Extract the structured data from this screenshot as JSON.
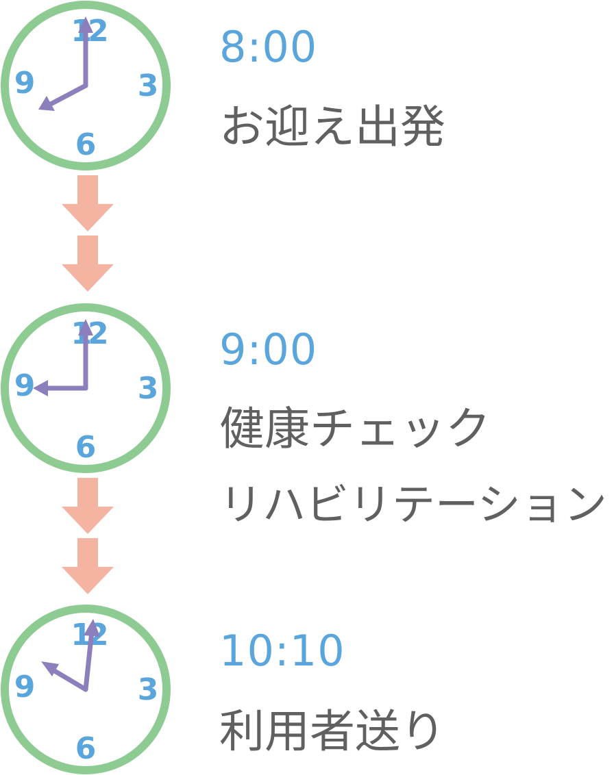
{
  "colors": {
    "clock_ring": "#8ecb92",
    "clock_numbers": "#5aa6dc",
    "clock_hands": "#8c7fbc",
    "arrow": "#f5b4a2",
    "time_text": "#5aa6dc",
    "label_text": "#606060"
  },
  "clock_numerals": [
    "12",
    "3",
    "6",
    "9"
  ],
  "schedule": [
    {
      "time": "8:00",
      "lines": [
        "お迎え出発"
      ]
    },
    {
      "time": "9:00",
      "lines": [
        "健康チェック",
        "リハビリテーション"
      ]
    },
    {
      "time": "10:10",
      "lines": [
        "利用者送り"
      ]
    }
  ]
}
